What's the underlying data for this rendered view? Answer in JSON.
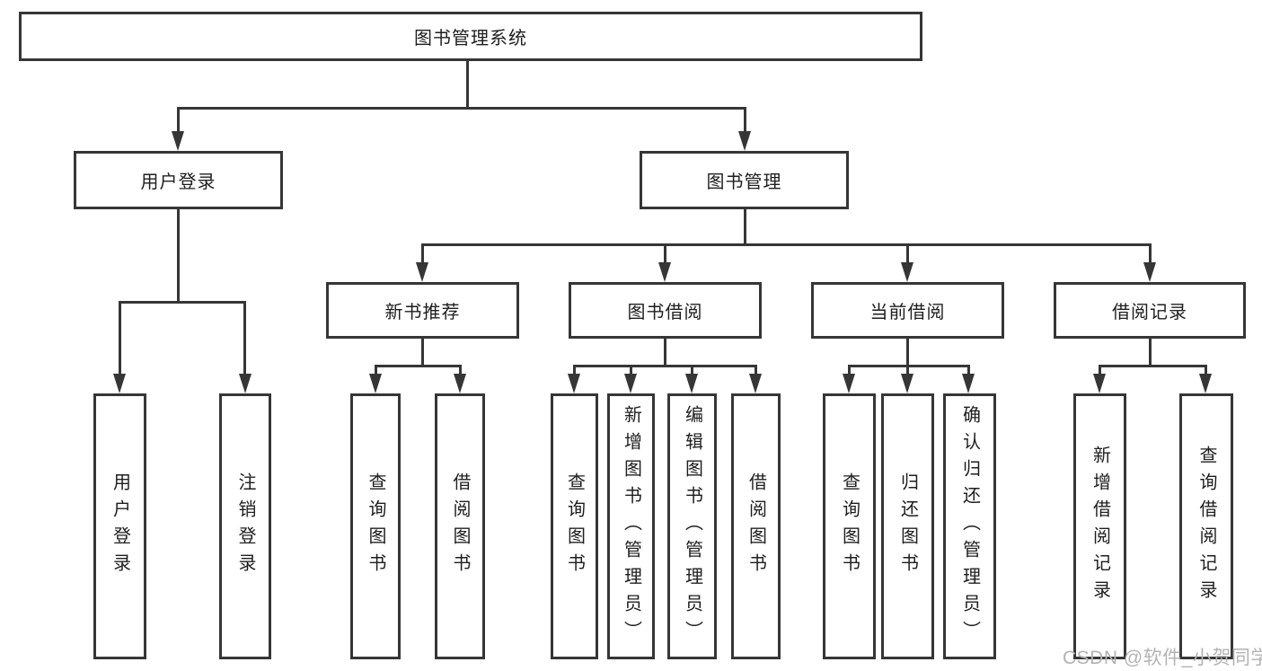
{
  "tree": {
    "label": "图书管理系统",
    "children": [
      {
        "label": "用户登录",
        "children": [
          {
            "label": "用户登录"
          },
          {
            "label": "注销登录"
          }
        ]
      },
      {
        "label": "图书管理",
        "children": [
          {
            "label": "新书推荐",
            "children": [
              {
                "label": "查询图书"
              },
              {
                "label": "借阅图书"
              }
            ]
          },
          {
            "label": "图书借阅",
            "children": [
              {
                "label": "查询图书"
              },
              {
                "label": "新增图书（管理员）"
              },
              {
                "label": "编辑图书（管理员）"
              },
              {
                "label": "借阅图书"
              }
            ]
          },
          {
            "label": "当前借阅",
            "children": [
              {
                "label": "查询图书"
              },
              {
                "label": "归还图书"
              },
              {
                "label": "确认归还（管理员）"
              }
            ]
          },
          {
            "label": "借阅记录",
            "children": [
              {
                "label": "新增借阅记录"
              },
              {
                "label": "查询借阅记录"
              }
            ]
          }
        ]
      }
    ]
  },
  "watermark": {
    "text": "CSDN @软件_小贺同学"
  },
  "colors": {
    "line": "#363636",
    "text": "#1e1e1e",
    "background": "#ffffff",
    "watermark": "#b3b3b3"
  }
}
